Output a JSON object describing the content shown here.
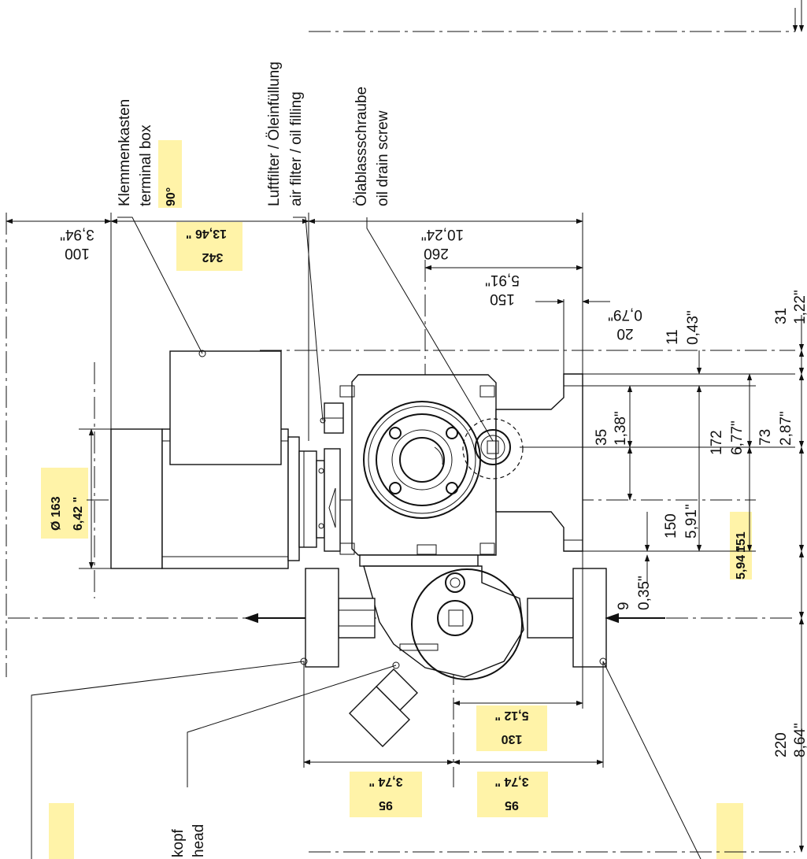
{
  "labels": {
    "terminal_box_de": "Klemmenkasten",
    "terminal_box_en": "terminal box",
    "terminal_box_angle": "90°",
    "air_filter_de": "Luftfilter / Öleinfüllung",
    "air_filter_en": "air filter / oil filling",
    "oil_drain_de": "Ölablassschraube",
    "oil_drain_en": "oil drain screw",
    "head_de": "kopf",
    "head_en": "head"
  },
  "dimensions": {
    "d100_mm": "100",
    "d100_in": "3,94\"",
    "d342_mm": "342",
    "d342_in": "13,46 \"",
    "d260_mm": "260",
    "d260_in": "10,24\"",
    "d150_mm": "150",
    "d150_in": "5,91\"",
    "d20_mm": "20",
    "d20_in": "0,79\"",
    "d11_mm": "11",
    "d11_in": "0,43\"",
    "d31_mm": "31",
    "d31_in": "1,22\"",
    "d35_mm": "35",
    "d35_in": "1,38\"",
    "d172_mm": "172",
    "d172_in": "6,77\"",
    "d73_mm": "73",
    "d73_in": "2,87\"",
    "d150v_mm": "150",
    "d150v_in": "5,91\"",
    "d151_mm": "151",
    "d151_in": "5,94 \"",
    "d9_mm": "9",
    "d9_in": "0,35\"",
    "d163_mm": "Ø 163",
    "d163_in": "6,42 \"",
    "d130_mm": "130",
    "d130_in": "5,12 \"",
    "d95a_mm": "95",
    "d95a_in": "3,74 \"",
    "d95b_mm": "95",
    "d95b_in": "3,74 \"",
    "d220_mm": "220",
    "d220_in": "8,64\""
  },
  "colors": {
    "highlight": "#fff3a8",
    "ink": "#111111"
  }
}
